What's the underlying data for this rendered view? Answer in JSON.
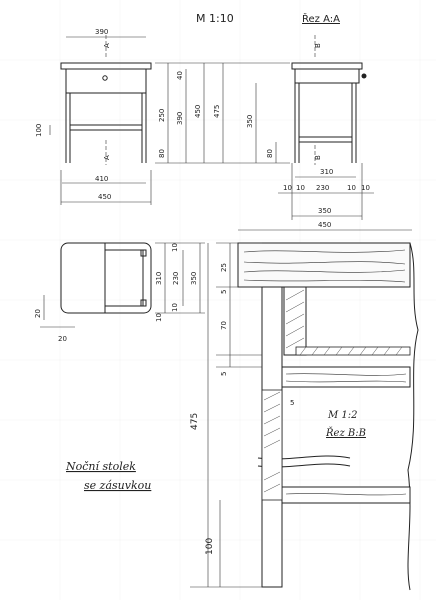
{
  "drawing": {
    "scale_main": "M 1:10",
    "section_aa_label": "Řez A:A",
    "scale_detail": "M 1:2",
    "section_bb_label": "Řez B:B",
    "title_line1": "Noční stolek",
    "title_line2": "se zásuvkou",
    "marker_a": "A",
    "marker_b": "B"
  },
  "front_view": {
    "dims": {
      "top_width": "390",
      "mid_width": "410",
      "overall_width": "450",
      "left_100": "100",
      "h40": "40",
      "h250": "250",
      "h390": "390",
      "h450": "450",
      "h475": "475",
      "h80": "80"
    }
  },
  "side_view": {
    "dims": {
      "h350": "350",
      "h80": "80",
      "w310": "310",
      "w10a": "10",
      "w10b": "10",
      "w230": "230",
      "w10c": "10",
      "w10d": "10",
      "w350": "350",
      "w450": "450"
    }
  },
  "plan_view": {
    "dims": {
      "d10a": "10",
      "d310": "310",
      "d230": "230",
      "d10b": "10",
      "d10c": "10",
      "d350": "350",
      "d20a": "20",
      "d20b": "20"
    }
  },
  "detail_view": {
    "dims": {
      "d25": "25",
      "d5a": "5",
      "d70": "70",
      "d5b": "5",
      "d5c": "5",
      "d475": "475",
      "d100": "100"
    }
  }
}
